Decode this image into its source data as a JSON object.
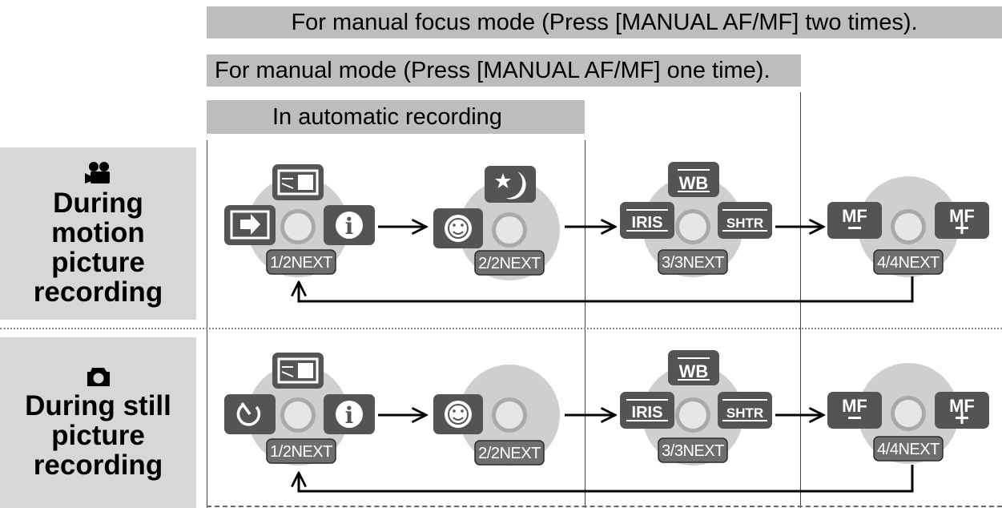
{
  "headers": {
    "manual_focus": "For manual focus mode (Press [MANUAL AF/MF] two times).",
    "manual": "For manual mode (Press [MANUAL AF/MF] one time).",
    "auto": "In automatic recording"
  },
  "rows": [
    {
      "icon": "video-camera-icon",
      "label": "During\nmotion\npicture\nrecording"
    },
    {
      "icon": "camera-icon",
      "label": "During still\npicture\nrecording"
    }
  ],
  "dials": {
    "motion": [
      {
        "page": "1/2NEXT",
        "buttons": [
          "backlight-icon",
          "fade-icon",
          "info-icon"
        ]
      },
      {
        "page": "2/2NEXT",
        "buttons": [
          "night-icon",
          "face-icon"
        ]
      },
      {
        "page": "3/3NEXT",
        "buttons": [
          "WB",
          "IRIS",
          "SHTR"
        ]
      },
      {
        "page": "4/4NEXT",
        "buttons": [
          "MF−",
          "MF+"
        ]
      }
    ],
    "still": [
      {
        "page": "1/2NEXT",
        "buttons": [
          "backlight-icon",
          "self-timer-icon",
          "info-icon"
        ]
      },
      {
        "page": "2/2NEXT",
        "buttons": [
          "face-icon"
        ]
      },
      {
        "page": "3/3NEXT",
        "buttons": [
          "WB",
          "IRIS",
          "SHTR"
        ]
      },
      {
        "page": "4/4NEXT",
        "buttons": [
          "MF−",
          "MF+"
        ]
      }
    ]
  },
  "button_labels": {
    "wb": "WB",
    "iris": "IRIS",
    "shtr": "SHTR",
    "mf": "MF"
  },
  "colors": {
    "header": "#bdbdbd",
    "row_label": "#d7d7d7",
    "dial": "#cfcfcf",
    "button": "#545454"
  }
}
